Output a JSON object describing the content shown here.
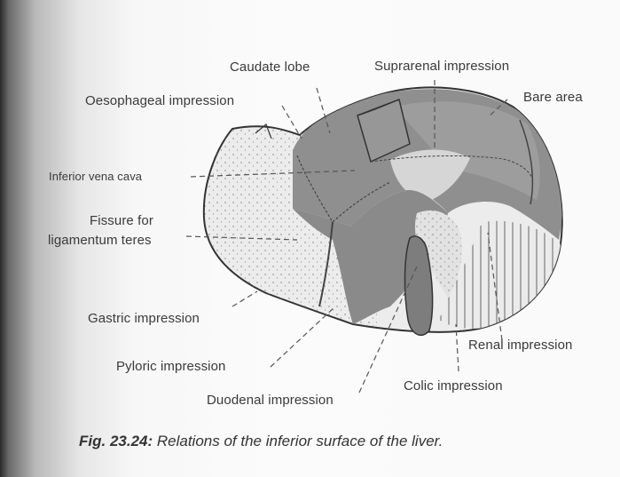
{
  "labels": {
    "caudate_lobe": "Caudate lobe",
    "suprarenal_impression": "Suprarenal impression",
    "oesophageal_impression": "Oesophageal impression",
    "bare_area": "Bare area",
    "inferior_vena_cava": "Inferior vena cava",
    "fissure_line1": "Fissure for",
    "fissure_line2": "ligamentum teres",
    "gastric_impression": "Gastric impression",
    "pyloric_impression": "Pyloric impression",
    "renal_impression": "Renal impression",
    "colic_impression": "Colic impression",
    "duodenal_impression": "Duodenal impression"
  },
  "caption": {
    "figure": "Fig. 23.24:",
    "text": "Relations of the inferior surface of the liver."
  },
  "colors": {
    "light_region": "#e8e8e8",
    "dark_region": "#8e8e8e",
    "medium_region": "#a9a9a9",
    "outline": "#333333"
  }
}
